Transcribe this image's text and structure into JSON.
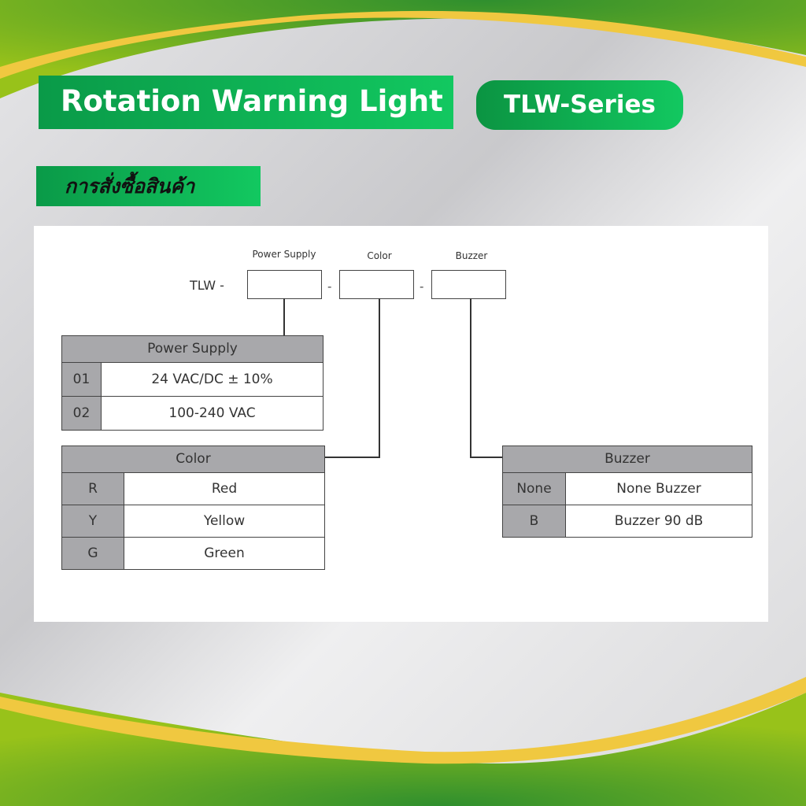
{
  "header": {
    "title": "Rotation Warning Light",
    "series": "TLW-Series",
    "section": "การสั่งซื้อสินค้า"
  },
  "code": {
    "prefix": "TLW -",
    "sep": "-",
    "labels": [
      "Power Supply",
      "Color",
      "Buzzer"
    ]
  },
  "power": {
    "title": "Power Supply",
    "rows": [
      {
        "code": "01",
        "value": "24 VAC/DC ± 10%"
      },
      {
        "code": "02",
        "value": "100-240 VAC"
      }
    ]
  },
  "color": {
    "title": "Color",
    "rows": [
      {
        "code": "R",
        "value": "Red"
      },
      {
        "code": "Y",
        "value": "Yellow"
      },
      {
        "code": "G",
        "value": "Green"
      }
    ]
  },
  "buzzer": {
    "title": "Buzzer",
    "rows": [
      {
        "code": "None",
        "value": "None Buzzer"
      },
      {
        "code": "B",
        "value": "Buzzer 90 dB"
      }
    ]
  },
  "colors": {
    "green": "#12c860",
    "band": "#8dbf1a",
    "gold": "#f0c840"
  }
}
